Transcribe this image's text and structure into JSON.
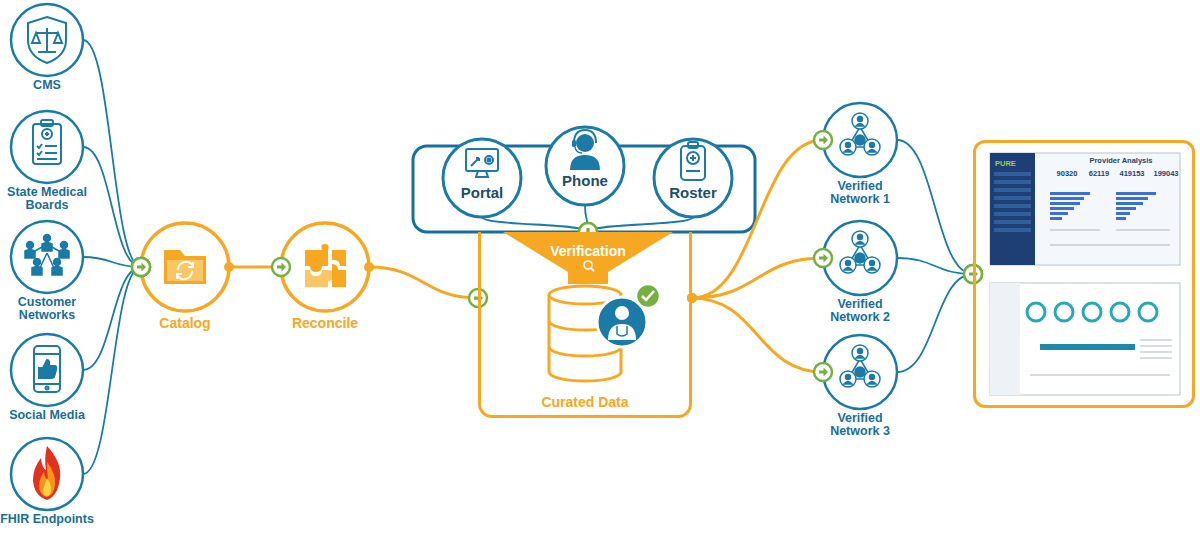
{
  "diagram": {
    "nodes": [
      {
        "text": [
          "CMS"
        ]
      },
      {
        "text": [
          "State Medical Boards"
        ]
      },
      {
        "text": [
          "Customer Networks"
        ]
      },
      {
        "text": [
          "Social Media"
        ]
      },
      {
        "text": [
          "FHIR Endpoints"
        ]
      },
      {
        "text": [
          "Catalog"
        ]
      },
      {
        "text": [
          "Reconcile"
        ]
      },
      {
        "text": [
          "Portal"
        ]
      },
      {
        "text": [
          "Phone"
        ]
      },
      {
        "text": [
          "Roster"
        ]
      },
      {
        "text": [
          "Curated Data"
        ]
      },
      {
        "text": [
          "Verification"
        ],
        "in": 10
      },
      {
        "text": [
          "Verified Network 1"
        ]
      },
      {
        "text": [
          "Verified Network 2"
        ]
      },
      {
        "text": [
          "Verified Network 3"
        ]
      },
      {
        "text": [
          "Provider Analysis"
        ]
      }
    ],
    "edges": [
      {
        "from": 0,
        "to": 5,
        "arrow": "to"
      },
      {
        "from": 1,
        "to": 5,
        "arrow": "to"
      },
      {
        "from": 2,
        "to": 5,
        "arrow": "to"
      },
      {
        "from": 3,
        "to": 5,
        "arrow": "to"
      },
      {
        "from": 4,
        "to": 5,
        "arrow": "to"
      },
      {
        "from": 5,
        "to": 6,
        "arrow": "to"
      },
      {
        "from": 6,
        "to": 10,
        "arrow": "to"
      },
      {
        "from": 7,
        "to": 11,
        "arrow": "to"
      },
      {
        "from": 8,
        "to": 11,
        "arrow": "to"
      },
      {
        "from": 9,
        "to": 11,
        "arrow": "to"
      },
      {
        "from": 10,
        "to": 12,
        "arrow": "to"
      },
      {
        "from": 10,
        "to": 13,
        "arrow": "to"
      },
      {
        "from": 10,
        "to": 14,
        "arrow": "to"
      },
      {
        "from": 12,
        "to": 15,
        "arrow": "to"
      },
      {
        "from": 13,
        "to": 15,
        "arrow": "to"
      },
      {
        "from": 14,
        "to": 15,
        "arrow": "to"
      }
    ],
    "labels": [
      "PURE",
      "90320",
      "62119",
      "419153",
      "199043"
    ]
  }
}
